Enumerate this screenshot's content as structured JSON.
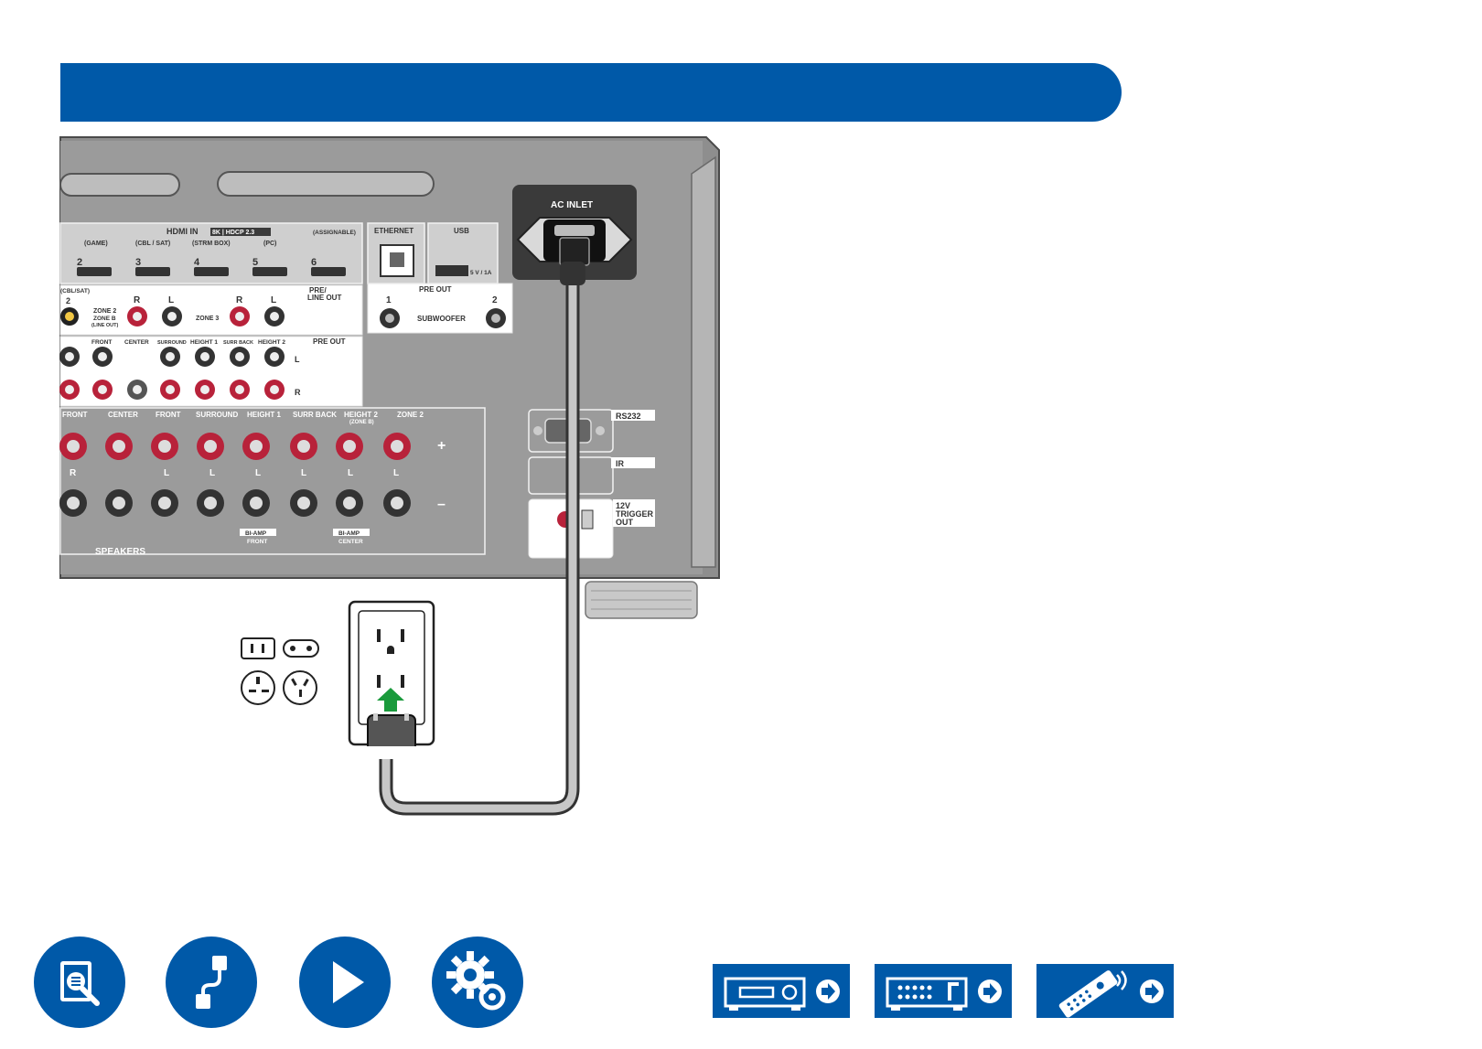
{
  "header": {
    "title": ""
  },
  "panel": {
    "ac_inlet": "AC INLET",
    "hdmi_in": "HDMI IN",
    "hdmi_badge": "8K | HDCP 2.3",
    "assignable": "(ASSIGNABLE)",
    "hdmi_sources": [
      "(GAME)",
      "(CBL / SAT)",
      "(STRM BOX)",
      "(PC)"
    ],
    "hdmi_numbers": [
      "2",
      "3",
      "4",
      "5",
      "6"
    ],
    "ethernet": "ETHERNET",
    "usb": "USB",
    "usb_rating": "5 V / 1A",
    "pre_out": "PRE OUT",
    "pre_out_1": "1",
    "pre_out_2": "2",
    "subwoofer": "SUBWOOFER",
    "pre_line_out_1": "PRE/",
    "pre_line_out_2": "LINE OUT",
    "zone2_a": "ZONE 2",
    "zone2_b": "ZONE B",
    "zone2_c": "(LINE OUT)",
    "zone3": "ZONE 3",
    "r": "R",
    "l": "L",
    "cbl_sat": "(CBL/SAT)",
    "two": "2",
    "pre_out_channels": [
      "FRONT",
      "CENTER",
      "SURROUND",
      "HEIGHT 1",
      "SURR BACK",
      "HEIGHT 2"
    ],
    "speaker_channels": [
      "FRONT",
      "CENTER",
      "FRONT",
      "SURROUND",
      "HEIGHT 1",
      "SURR BACK",
      "HEIGHT 2",
      "ZONE 2"
    ],
    "zone_b_sub": "(ZONE B)",
    "bi_amp": "BI-AMP",
    "bi_amp_front": "FRONT",
    "bi_amp_center": "CENTER",
    "speakers": "SPEAKERS",
    "plus": "+",
    "minus": "–",
    "rs232": "RS232",
    "ir": "IR",
    "trigger_1": "12V",
    "trigger_2": "TRIGGER",
    "trigger_3": "OUT"
  },
  "nav": [
    {
      "name": "contents-icon"
    },
    {
      "name": "connections-icon"
    },
    {
      "name": "playback-icon"
    },
    {
      "name": "setup-icon"
    }
  ],
  "jump": [
    {
      "name": "front-panel-icon"
    },
    {
      "name": "rear-panel-icon"
    },
    {
      "name": "remote-icon"
    }
  ],
  "colors": {
    "brand": "#0059a8",
    "panel": "#9b9b9b",
    "arrow": "#1a9a3c"
  }
}
